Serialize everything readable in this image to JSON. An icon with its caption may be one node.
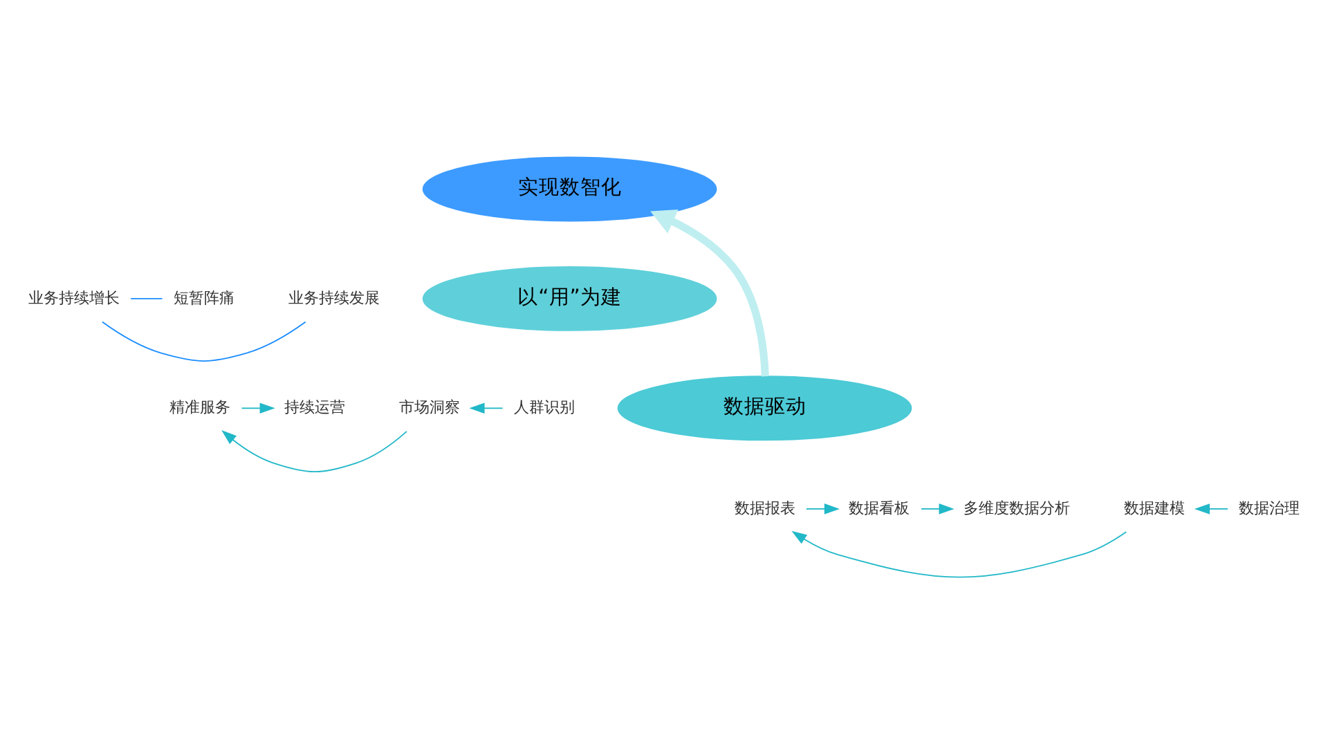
{
  "diagram": {
    "nodes": [
      {
        "text": [
          "实现数智化"
        ]
      },
      {
        "text": [
          "业务持续发展"
        ]
      },
      {
        "text": [
          "业务持续增长"
        ]
      },
      {
        "text": [
          "短暂阵痛"
        ]
      },
      {
        "text": [
          "以“用”为建"
        ]
      },
      {
        "text": [
          "人群识别"
        ]
      },
      {
        "text": [
          "市场洞察"
        ]
      },
      {
        "text": [
          "精准服务"
        ]
      },
      {
        "text": [
          "持续运营"
        ]
      },
      {
        "text": [
          "数据驱动"
        ]
      },
      {
        "text": [
          "数据治理"
        ]
      },
      {
        "text": [
          "数据建模"
        ]
      },
      {
        "text": [
          "数据报表"
        ]
      },
      {
        "text": [
          "数据看板"
        ]
      },
      {
        "text": [
          "多维度数据分析"
        ]
      }
    ],
    "edges": [
      {
        "from": 1,
        "to": 2,
        "arrow": "none",
        "color": "#1a8cff"
      },
      {
        "from": 2,
        "to": 3,
        "arrow": "none",
        "color": "#1a8cff"
      },
      {
        "from": 5,
        "to": 6,
        "arrow": "to"
      },
      {
        "from": 6,
        "to": 7,
        "arrow": "to"
      },
      {
        "from": 7,
        "to": 8,
        "arrow": "to"
      },
      {
        "from": 10,
        "to": 11,
        "arrow": "to"
      },
      {
        "from": 11,
        "to": 12,
        "arrow": "to"
      },
      {
        "from": 12,
        "to": 13,
        "arrow": "to"
      },
      {
        "from": 13,
        "to": 14,
        "arrow": "to"
      },
      {
        "from": 9,
        "to": 0,
        "arrow": "to",
        "style": "thick",
        "color": "#bfeef0"
      }
    ]
  }
}
